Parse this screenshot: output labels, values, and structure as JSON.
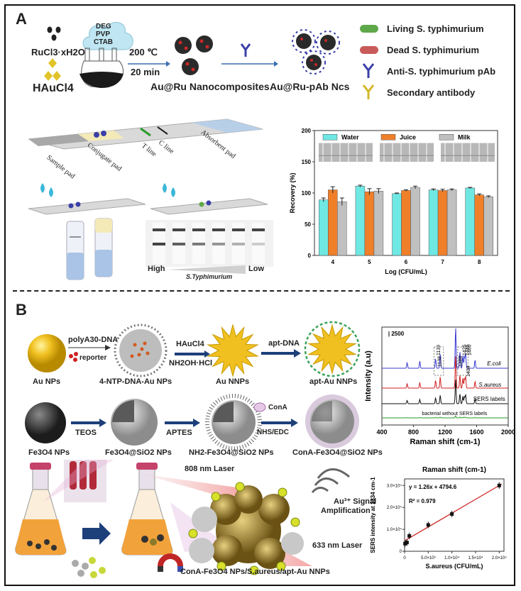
{
  "panelA": {
    "letter": "A",
    "reagents": {
      "ru": "RuCl3·xH2O",
      "au": "HAuCl4"
    },
    "cloud": [
      "DEG",
      "PVP",
      "CTAB"
    ],
    "cond": {
      "temp": "200 ℃",
      "time": "20 min"
    },
    "product1": "Au@Ru Nanocomposites",
    "product2": "Au@Ru-pAb Ncs",
    "legend": [
      {
        "label": "Living S. typhimurium",
        "color": "#5fa84a"
      },
      {
        "label": "Dead S. typhimurium",
        "color": "#c95a5a"
      },
      {
        "label": "Anti-S. typhimurium pAb",
        "color": "#3b3fa8"
      },
      {
        "label": "Secondary antibody",
        "color": "#d4b72a"
      }
    ],
    "strip_labels": [
      "Sample pad",
      "Conjugate pad",
      "T line",
      "C line",
      "Absorbent pad"
    ],
    "gradient": {
      "high": "High",
      "low": "Low",
      "caption": "S.Typhimurium"
    }
  },
  "chart_data": [
    {
      "type": "bar",
      "categories": [
        "4",
        "5",
        "6",
        "7",
        "8"
      ],
      "series": [
        {
          "name": "Water",
          "color": "#6fe8e3",
          "values": [
            89,
            111,
            99,
            105,
            108
          ],
          "err": [
            3,
            1.5,
            1,
            1.5,
            1
          ]
        },
        {
          "name": "Juice",
          "color": "#f07f2a",
          "values": [
            105,
            102,
            104,
            104,
            97
          ],
          "err": [
            5,
            5,
            1,
            2,
            1.5
          ]
        },
        {
          "name": "Milk",
          "color": "#c0c0c0",
          "values": [
            86,
            103,
            109,
            105,
            94
          ],
          "err": [
            6,
            4,
            2,
            1.5,
            1.5
          ]
        }
      ],
      "xlabel": "Log (CFU/mL)",
      "ylabel": "Recovery (%)",
      "ylim": [
        0,
        200
      ],
      "yticks": [
        0,
        50,
        100,
        150,
        200
      ]
    },
    {
      "type": "line",
      "xlabel": "Raman shift (cm-1)",
      "ylabel": "Intensity (a.u)",
      "xlim": [
        400,
        2000
      ],
      "xticks": [
        400,
        800,
        1200,
        1600,
        2000
      ],
      "scale_label": "2500",
      "series": [
        {
          "name": "E.coli",
          "color": "#3a3ad0"
        },
        {
          "name": "S.aureus",
          "color": "#d02020"
        },
        {
          "name": "SERS labels",
          "color": "#111111"
        },
        {
          "name": "bacterial without SERS labels",
          "color": "#2a9a2a"
        }
      ],
      "peak_labels": [
        "1139",
        "1138",
        "1388",
        "1425",
        "1445",
        "1460",
        "1434"
      ]
    },
    {
      "type": "scatter",
      "title": "Raman shift (cm-1)",
      "xlabel": "S.aureus (CFU/mL)",
      "ylabel": "SERS intensity at 1334 cm-1",
      "x": [
        100,
        500,
        1000,
        5000,
        10000,
        20000
      ],
      "y": [
        3500,
        4000,
        7000,
        12000,
        17000,
        30000
      ],
      "xticks": [
        "0",
        "5.0×10³",
        "1.0×10⁴",
        "1.5×10⁴",
        "2.0×10⁴"
      ],
      "yticks": [
        "0",
        "1.0×10⁴",
        "2.0×10⁴",
        "3.0×10⁴"
      ],
      "equation": "y = 1.26x + 4794.6",
      "r2": "R² = 0.979",
      "fit_color": "#d02020"
    }
  ],
  "panelB": {
    "letter": "B",
    "row1": {
      "aunp": "Au NPs",
      "reagent1": "polyA30-DNA",
      "reporter": "reporter",
      "ntp": "4-NTP-DNA-Au NPs",
      "arrow2_top": "HAuCl4",
      "arrow2_bottom": "NH2OH·HCl",
      "nnp": "Au NNPs",
      "apt": "apt-DNA",
      "aptnnp": "apt-Au NNPs"
    },
    "row2": {
      "fe": "Fe3O4 NPs",
      "teos": "TEOS",
      "fesi": "Fe3O4@SiO2 NPs",
      "aptes": "APTES",
      "nh2": "NH2-Fe3O4@SiO2 NPs",
      "cona": "ConA",
      "nhs": "NHS/EDC",
      "conafe": "ConA-Fe3O4@SiO2 NPs"
    },
    "bottom": {
      "laser808": "808 nm Laser",
      "laser633": "633 nm Laser",
      "signal1": "Au³⁺ Signal",
      "signal2": "Amplification",
      "complex": "ConA-Fe3O4 NPs/S.aureus/apt-Au NNPs"
    }
  }
}
